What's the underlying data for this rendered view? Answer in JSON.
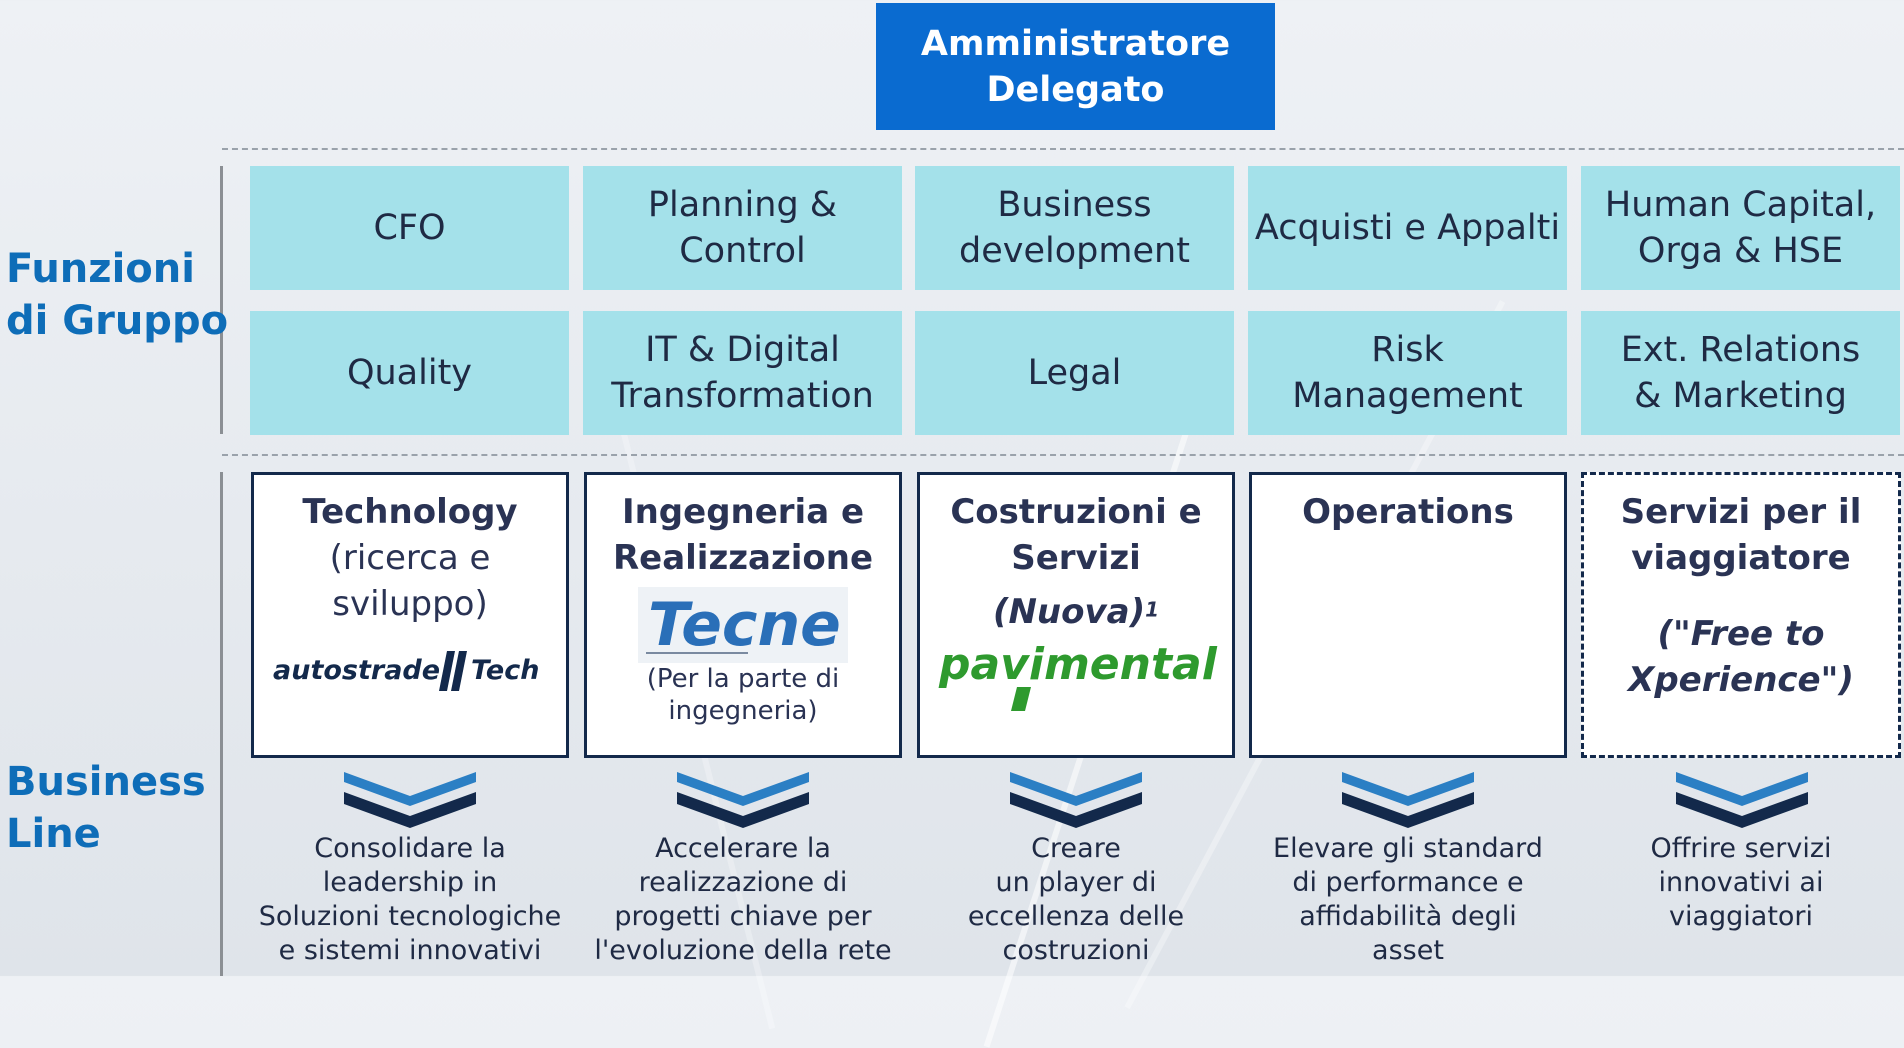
{
  "ceo": {
    "line1": "Amministratore",
    "line2": "Delegato"
  },
  "labels": {
    "funzioni_line1": "Funzioni",
    "funzioni_line2": "di Gruppo",
    "business_line1": "Business",
    "business_line2": "Line"
  },
  "functions_row1": [
    {
      "line1": "CFO",
      "line2": ""
    },
    {
      "line1": "Planning &",
      "line2": "Control"
    },
    {
      "line1": "Business",
      "line2": "development"
    },
    {
      "line1": "Acquisti e Appalti",
      "line2": ""
    },
    {
      "line1": "Human Capital,",
      "line2": "Orga & HSE"
    }
  ],
  "functions_row2": [
    {
      "line1": "Quality",
      "line2": ""
    },
    {
      "line1": "IT & Digital",
      "line2": "Transformation"
    },
    {
      "line1": "Legal",
      "line2": ""
    },
    {
      "line1": "Risk",
      "line2": "Management"
    },
    {
      "line1": "Ext. Relations",
      "line2": "& Marketing"
    }
  ],
  "business_lines": {
    "technology": {
      "title": "Technology",
      "sub1": "(ricerca e",
      "sub2": "sviluppo)",
      "logo": "autostrade//Tech"
    },
    "ingegneria": {
      "title1": "Ingegneria e",
      "title2": "Realizzazione",
      "logo": "Tecne",
      "note1": "(Per la parte di",
      "note2": "ingegneria)"
    },
    "costruzioni": {
      "title1": "Costruzioni e",
      "title2": "Servizi",
      "italic": "(Nuova)",
      "sup": "1",
      "logo": "pavimental"
    },
    "operations": {
      "title": "Operations"
    },
    "servizi": {
      "title1": "Servizi per il",
      "title2": "viaggiatore",
      "italic1": "(\"Free to",
      "italic2": "Xperience\")"
    }
  },
  "goals": [
    [
      "Consolidare la",
      "leadership in",
      "Soluzioni tecnologiche",
      "e sistemi innovativi"
    ],
    [
      "Accelerare la",
      "realizzazione di",
      "progetti chiave per",
      "l'evoluzione della rete"
    ],
    [
      "Creare",
      "un player di",
      "eccellenza delle",
      "costruzioni"
    ],
    [
      "Elevare gli standard",
      "di performance e",
      "affidabilità degli",
      "asset"
    ],
    [
      "Offrire servizi",
      "innovativi ai",
      "viaggiatori"
    ]
  ],
  "colors": {
    "ceo_bg": "#0a6bd0",
    "function_bg": "#a4e1ea",
    "label_blue": "#0e6db8",
    "border_navy": "#13294b",
    "pavimental_green": "#2e9a2e",
    "tecne_blue": "#2a6fb8"
  },
  "icons": {
    "chevron": "double-chevron-down-icon"
  }
}
